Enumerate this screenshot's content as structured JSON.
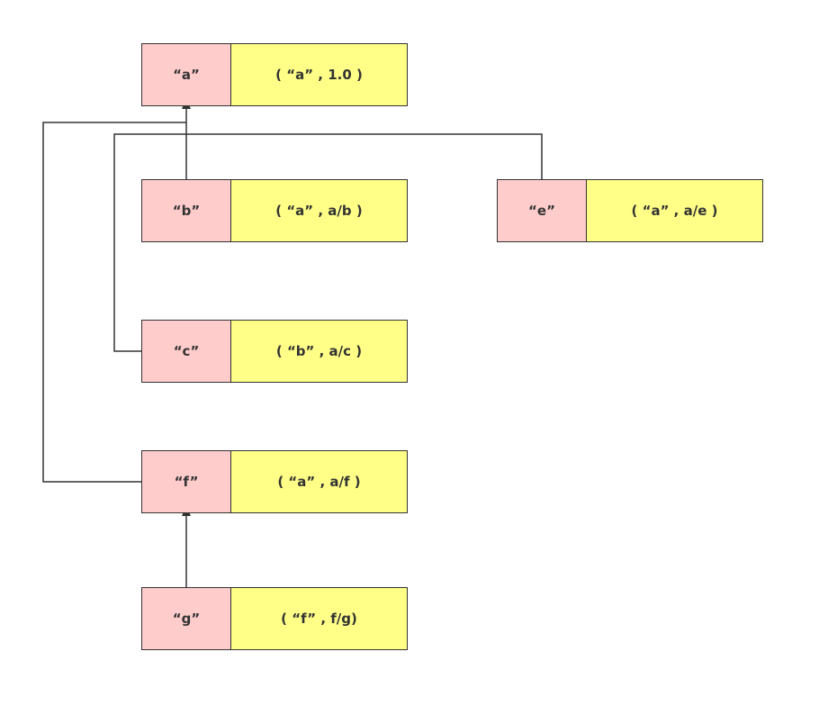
{
  "colors": {
    "key_fill": "#ffcccc",
    "value_fill": "#ffff88",
    "line": "#333333"
  },
  "nodes": [
    {
      "id": "a",
      "key": "“a”",
      "value": "( “a” , 1.0 )"
    },
    {
      "id": "b",
      "key": "“b”",
      "value": "( “a” , a/b )"
    },
    {
      "id": "e",
      "key": "“e”",
      "value": "( “a” , a/e )"
    },
    {
      "id": "c",
      "key": "“c”",
      "value": "( “b” , a/c )"
    },
    {
      "id": "f",
      "key": "“f”",
      "value": "( “a” , a/f )"
    },
    {
      "id": "g",
      "key": "“g”",
      "value": "( “f” , f/g)"
    }
  ],
  "edges": [
    {
      "from": "b",
      "to": "a"
    },
    {
      "from": "c",
      "to": "a"
    },
    {
      "from": "e",
      "to": "a"
    },
    {
      "from": "f",
      "to": "a"
    },
    {
      "from": "g",
      "to": "f"
    }
  ]
}
